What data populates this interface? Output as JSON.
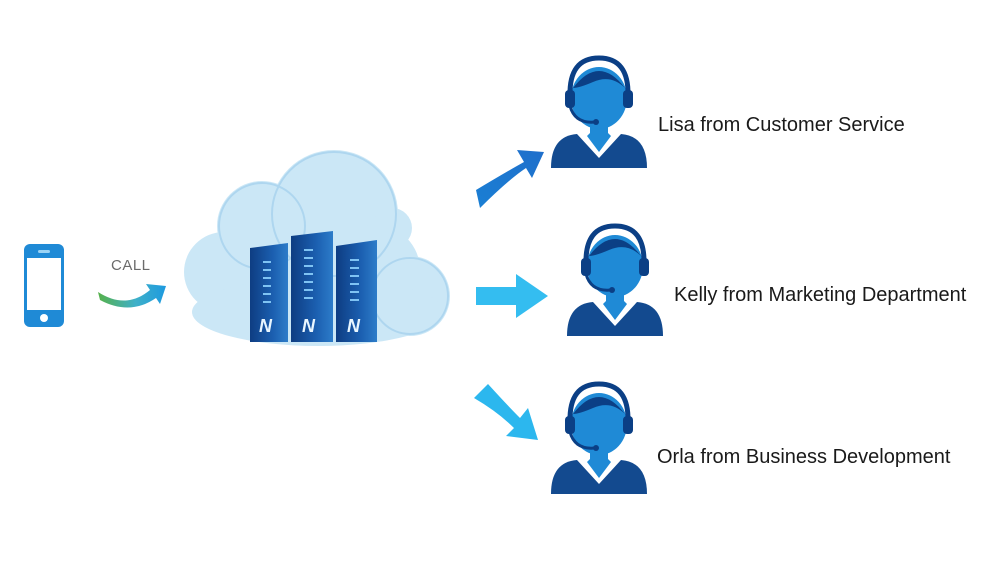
{
  "call": {
    "label": "CALL"
  },
  "agents": [
    {
      "name": "Lisa from Customer Service"
    },
    {
      "name": "Kelly from Marketing Department"
    },
    {
      "name": "Orla from Business Development"
    }
  ],
  "colors": {
    "navy": "#0b3f85",
    "dark_blue": "#134a8f",
    "mid_blue": "#1f8ad6",
    "light_blue": "#2cb7ee",
    "cloud_light": "#c9e6f6",
    "cloud_mid": "#9ccbe9",
    "green": "#56b14a",
    "white": "#ffffff"
  },
  "icons": [
    "phone-icon",
    "call-arrow-icon",
    "cloud-server-icon",
    "routing-arrow-icon",
    "agent-headset-icon"
  ]
}
